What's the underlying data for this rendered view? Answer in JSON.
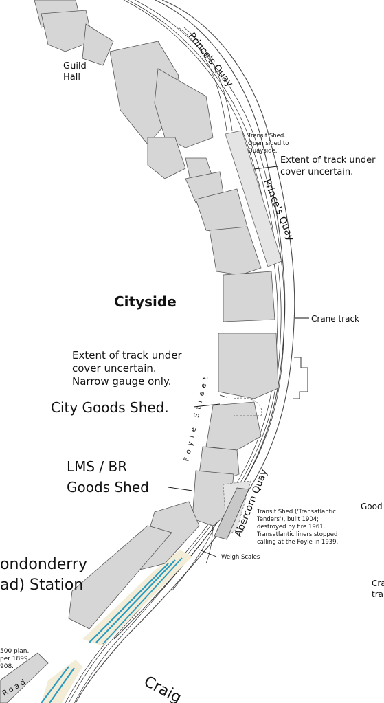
{
  "labels": {
    "guild_hall_1": "Guild",
    "guild_hall_2": "Hall",
    "princes_quay_top": "Prince's Quay",
    "princes_quay_mid": "Prince's Quay",
    "transit_shed_1": "Transit Shed.",
    "transit_shed_2": "Open sided to",
    "transit_shed_3": "Quayside.",
    "extent_top_1": "Extent of track under",
    "extent_top_2": "cover uncertain.",
    "cityside": "Cityside",
    "crane_track": "Crane track",
    "extent_mid_1": "Extent of track under",
    "extent_mid_2": "cover uncertain.",
    "extent_mid_3": "Narrow gauge only.",
    "city_goods_shed": "City Goods Shed.",
    "foyle_street": "Foyle Street",
    "lms_br_1": "LMS / BR",
    "lms_br_2": "Goods Shed",
    "abercorn_quay": "Abercorn Quay",
    "transit_shed_b_1": "Transit Shed ('Transatlantic",
    "transit_shed_b_2": "Tenders'), built 1904;",
    "transit_shed_b_3": "destroyed by fire 1961.",
    "transit_shed_b_4": "Transatlantic liners stopped",
    "transit_shed_b_5": "calling at the Foyle in 1939.",
    "goods_right": "Good",
    "londonderry_1": "ondonderry",
    "londonderry_2": "ad) Station",
    "weigh_scales": "Weigh Scales",
    "cra_1": "Cra",
    "cra_2": "tra",
    "plan_note_1": "500 plan.",
    "plan_note_2": "per 1899.",
    "plan_note_3": "908.",
    "road": "Road",
    "craig": "Craig"
  },
  "colors": {
    "building_fill": "#d6d6d6",
    "shed_fill": "#e4e4e4",
    "yard_fill": "#f3ecd6",
    "track_blue": "#2a9bc0"
  }
}
